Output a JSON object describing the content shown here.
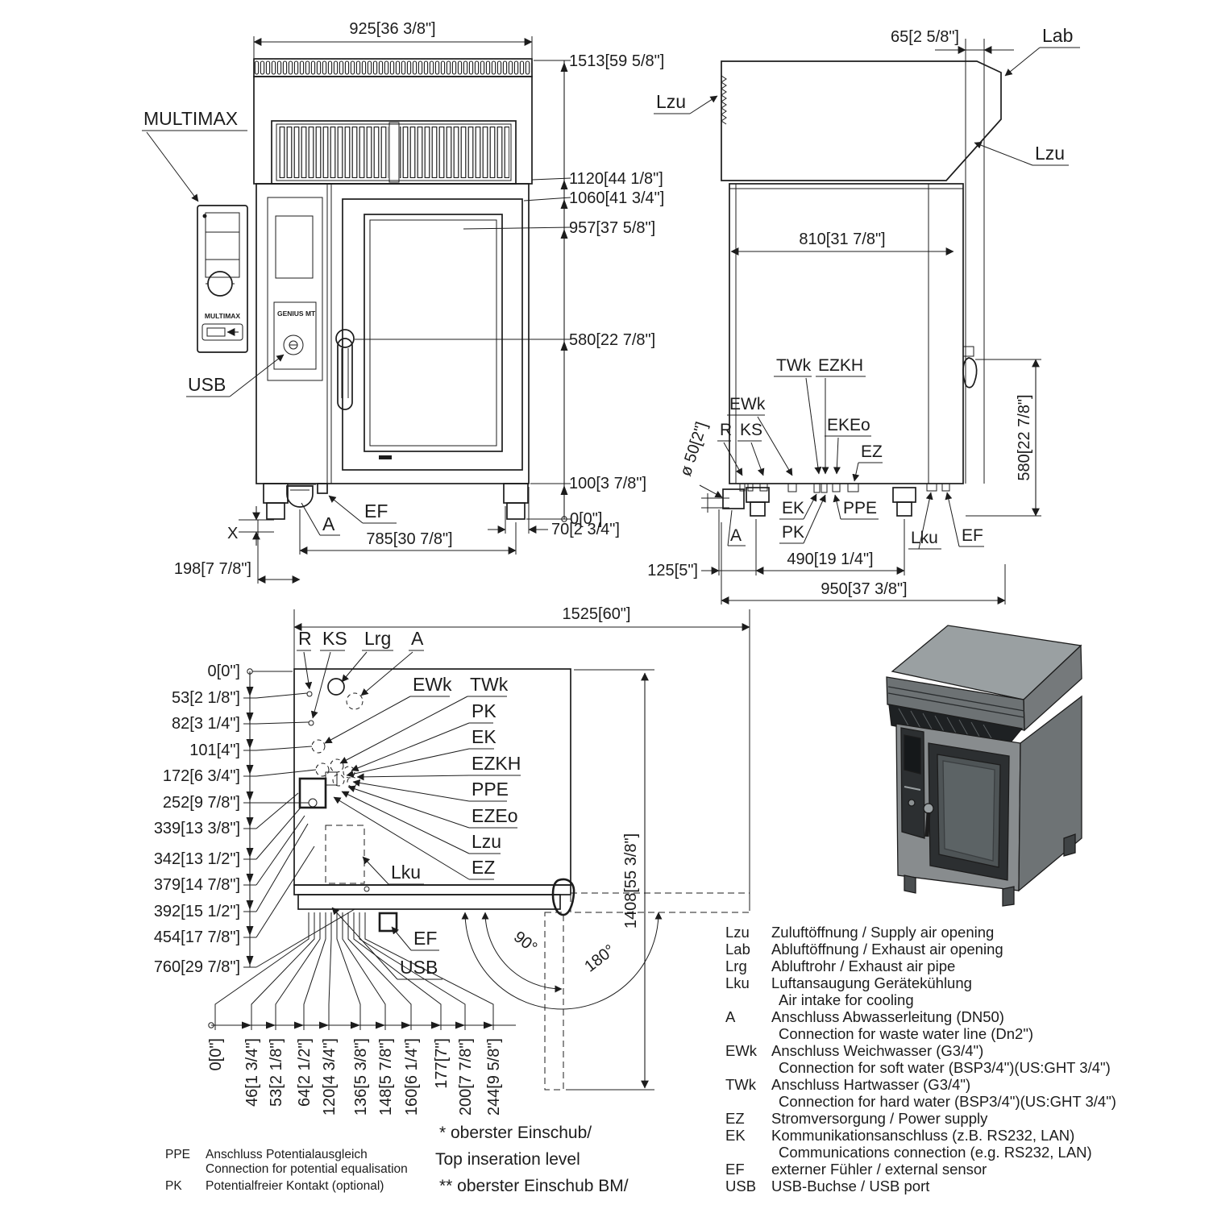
{
  "front": {
    "multimax": "MULTIMAX",
    "panel_multimax": "MULTIMAX",
    "genius": "GENIUS MT",
    "usb": "USB",
    "ef": "EF",
    "a": "A",
    "x": "X",
    "dim_width": "925[36 3/8\"]",
    "heights": [
      "1513[59 5/8\"]",
      "1120[44 1/8\"]",
      "1060[41 3/4\"]",
      "957[37 5/8\"]",
      "580[22 7/8\"]",
      "100[3 7/8\"]",
      "0[0\"]"
    ],
    "dim_70": "70[2 3/4\"]",
    "dim_785": "785[30 7/8\"]",
    "dim_198": "198[7 7/8\"]"
  },
  "side": {
    "dim_65": "65[2 5/8\"]",
    "lab": "Lab",
    "lzu_left": "Lzu",
    "lzu_right": "Lzu",
    "dim_810": "810[31 7/8\"]",
    "dia_50": "ø 50[2\"]",
    "dim_580": "580[22 7/8\"]",
    "twk": "TWk",
    "ezkh": "EZKH",
    "ewk": "EWk",
    "r": "R",
    "ks": "KS",
    "ekeo": "EKEo",
    "ez": "EZ",
    "ek": "EK",
    "pk": "PK",
    "ppe": "PPE",
    "a": "A",
    "lku": "Lku",
    "ef": "EF",
    "dim_125": "125[5\"]",
    "dim_490": "490[19 1/4\"]",
    "dim_950": "950[37 3/8\"]"
  },
  "top": {
    "dim_1525": "1525[60\"]",
    "dim_1408": "1408[55 3/8\"]",
    "r": "R",
    "ks": "KS",
    "lrg": "Lrg",
    "a": "A",
    "ewk": "EWk",
    "twk": "TWk",
    "pk": "PK",
    "ek": "EK",
    "ezkh": "EZKH",
    "ppe": "PPE",
    "ezeo": "EZEo",
    "lzu": "Lzu",
    "ez": "EZ",
    "lku": "Lku",
    "ef": "EF",
    "usb": "USB",
    "deg90": "90°",
    "deg180": "180°",
    "left_dims": [
      "0[0\"]",
      "53[2 1/8\"]",
      "82[3 1/4\"]",
      "101[4\"]",
      "172[6 3/4\"]",
      "252[9 7/8\"]",
      "339[13 3/8\"]",
      "342[13 1/2\"]",
      "379[14 7/8\"]",
      "392[15 1/2\"]",
      "454[17 7/8\"]",
      "760[29 7/8\"]"
    ],
    "bottom_dims": [
      "0[0\"]",
      "46[1 3/4\"]",
      "53[2 1/8\"]",
      "64[2 1/2\"]",
      "120[4 3/4\"]",
      "136[5 3/8\"]",
      "148[5 7/8\"]",
      "160[6 1/4\"]",
      "177[7\"]",
      "200[7 7/8\"]",
      "244[9 5/8\"]"
    ]
  },
  "notes": {
    "ppe_abbr": "PPE",
    "ppe_de": "Anschluss Potentialausgleich",
    "ppe_en": "Connection for potential equalisation",
    "pk_abbr": "PK",
    "pk_text": "Potentialfreier Kontakt (optional)",
    "star1": "* oberster Einschub/",
    "star2": "Top inseration level",
    "star3": "** oberster Einschub BM/"
  },
  "legend": {
    "rows": [
      {
        "abbr": "Lzu",
        "text": "Zuluftöffnung / Supply air opening"
      },
      {
        "abbr": "Lab",
        "text": "Abluftöffnung / Exhaust air opening"
      },
      {
        "abbr": "Lrg",
        "text": "Abluftrohr / Exhaust air pipe"
      },
      {
        "abbr": "Lku",
        "text": "Luftansaugung Gerätekühlung"
      },
      {
        "abbr": "",
        "text": "Air intake for cooling"
      },
      {
        "abbr": "A",
        "text": "Anschluss Abwasserleitung (DN50)"
      },
      {
        "abbr": "",
        "text": "Connection for waste water line (Dn2\")"
      },
      {
        "abbr": "EWk",
        "text": "Anschluss Weichwasser (G3/4\")"
      },
      {
        "abbr": "",
        "text": "Connection for soft water (BSP3/4\")(US:GHT 3/4\")"
      },
      {
        "abbr": "TWk",
        "text": "Anschluss Hartwasser (G3/4\")"
      },
      {
        "abbr": "",
        "text": "Connection for hard water (BSP3/4\")(US:GHT 3/4\")"
      },
      {
        "abbr": "EZ",
        "text": "Stromversorgung / Power supply"
      },
      {
        "abbr": "EK",
        "text": "Kommunikationsanschluss (z.B. RS232, LAN)"
      },
      {
        "abbr": "",
        "text": "Communications connection (e.g. RS232, LAN)"
      },
      {
        "abbr": "EF",
        "text": "externer Fühler / external sensor"
      },
      {
        "abbr": "USB",
        "text": "USB-Buchse / USB port"
      }
    ]
  }
}
